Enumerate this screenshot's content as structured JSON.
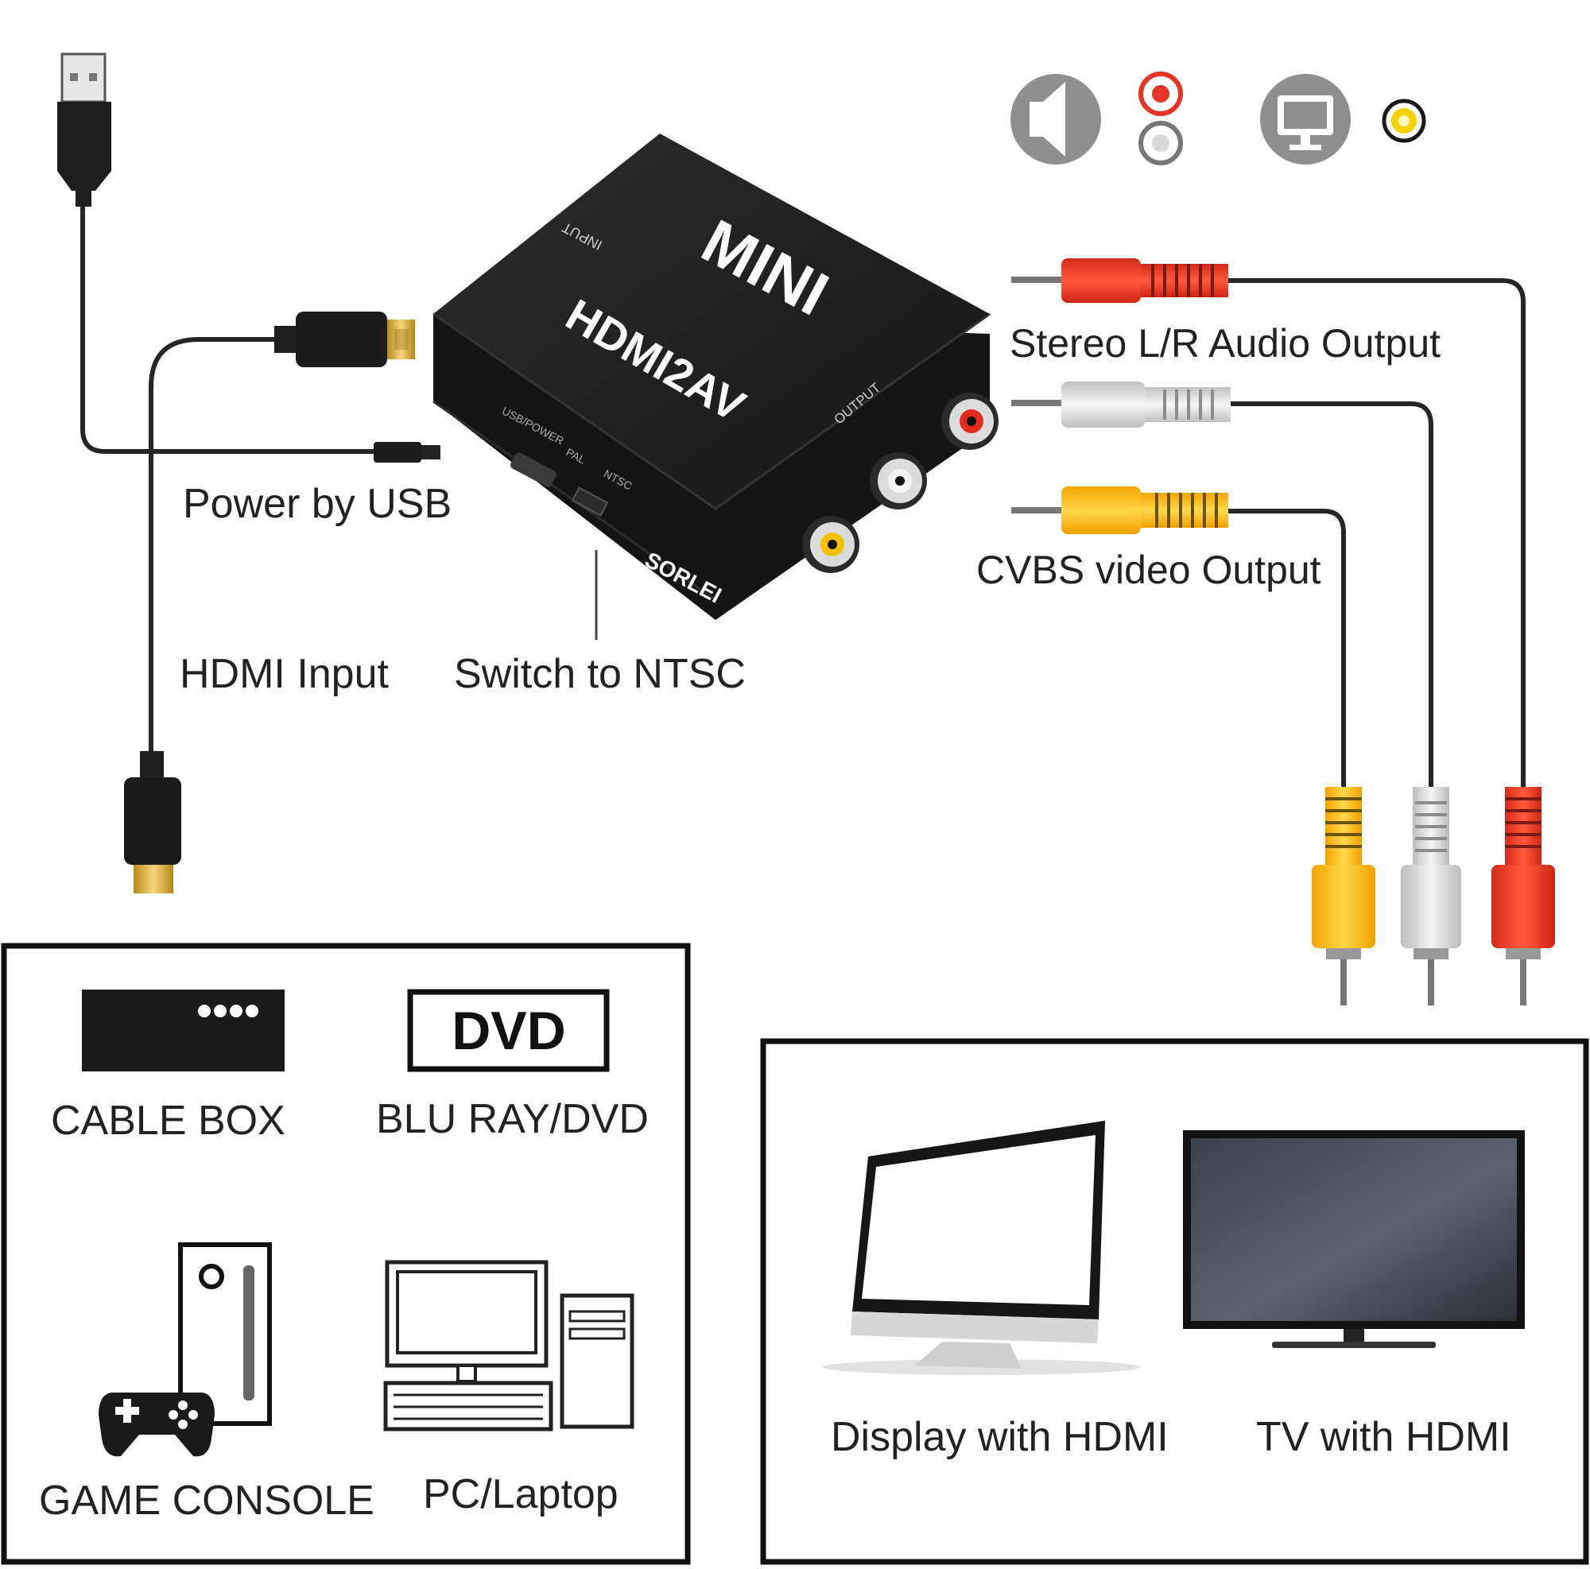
{
  "device": {
    "badge": "MINI",
    "name": "HDMI2AV",
    "port_input": "INPUT",
    "port_output": "OUTPUT",
    "port_usb": "USB/POWER",
    "switch_pal": "PAL",
    "switch_ntsc": "NTSC",
    "brand": "SORLEI"
  },
  "callouts": {
    "power": "Power by USB",
    "hdmi_input": "HDMI Input",
    "switch": "Switch to NTSC",
    "audio": "Stereo L/R Audio Output",
    "video": "CVBS video Output"
  },
  "sources": {
    "dvd_logo": "DVD",
    "items": [
      {
        "label": "CABLE BOX",
        "icon": "cable-box-icon"
      },
      {
        "label": "BLU RAY/DVD",
        "icon": "dvd-player-icon"
      },
      {
        "label": "GAME CONSOLE",
        "icon": "game-console-icon"
      },
      {
        "label": "PC/Laptop",
        "icon": "pc-icon"
      }
    ]
  },
  "displays": {
    "items": [
      {
        "label": "Display with HDMI",
        "icon": "monitor-icon"
      },
      {
        "label": "TV with HDMI",
        "icon": "tv-icon"
      }
    ]
  },
  "legend": {
    "audio_icon": "speaker-icon",
    "video_icon": "monitor-icon",
    "connector_colors": {
      "red": "#e53327",
      "white": "#d9d9d9",
      "yellow": "#f6c200"
    }
  }
}
